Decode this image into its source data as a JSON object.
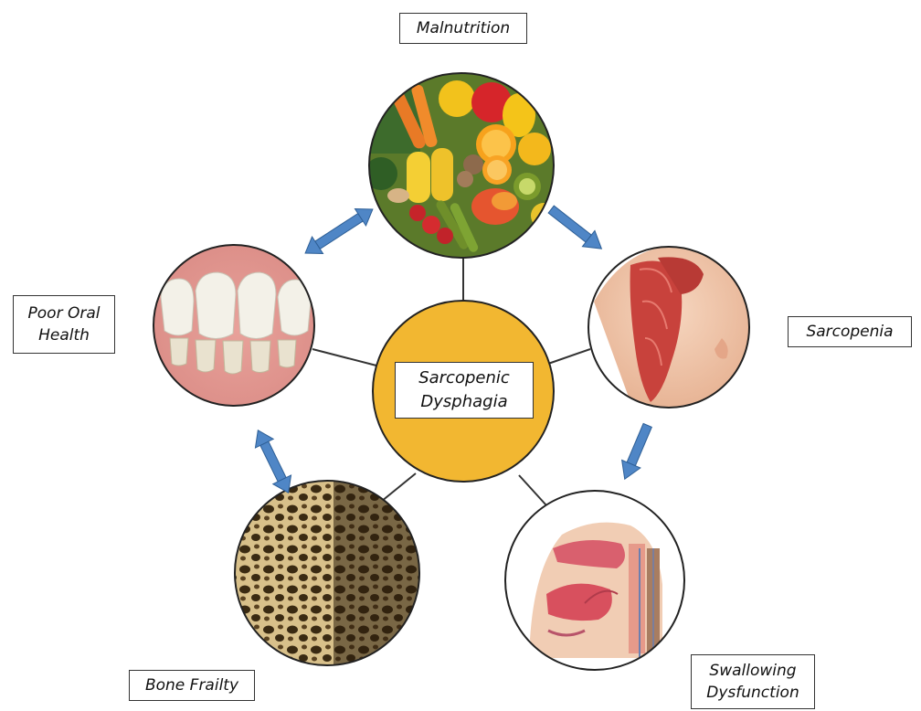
{
  "center": {
    "line1": "Sarcopenic",
    "line2": "Dysphagia",
    "color": "#f2b731"
  },
  "nodes": {
    "malnutrition": {
      "label": "Malnutrition",
      "icon": "food-icon"
    },
    "sarcopenia": {
      "label": "Sarcopenia",
      "icon": "arm-muscle-icon"
    },
    "swallowing": {
      "line1": "Swallowing",
      "line2": "Dysfunction",
      "icon": "throat-anatomy-icon"
    },
    "bone": {
      "label": "Bone Frailty",
      "icon": "bone-tissue-icon"
    },
    "oral": {
      "line1": "Poor Oral",
      "line2": "Health",
      "icon": "teeth-icon"
    }
  },
  "colors": {
    "arrow": "#4f86c6",
    "arrow_stroke": "#2e5f96",
    "connector": "#333333"
  }
}
